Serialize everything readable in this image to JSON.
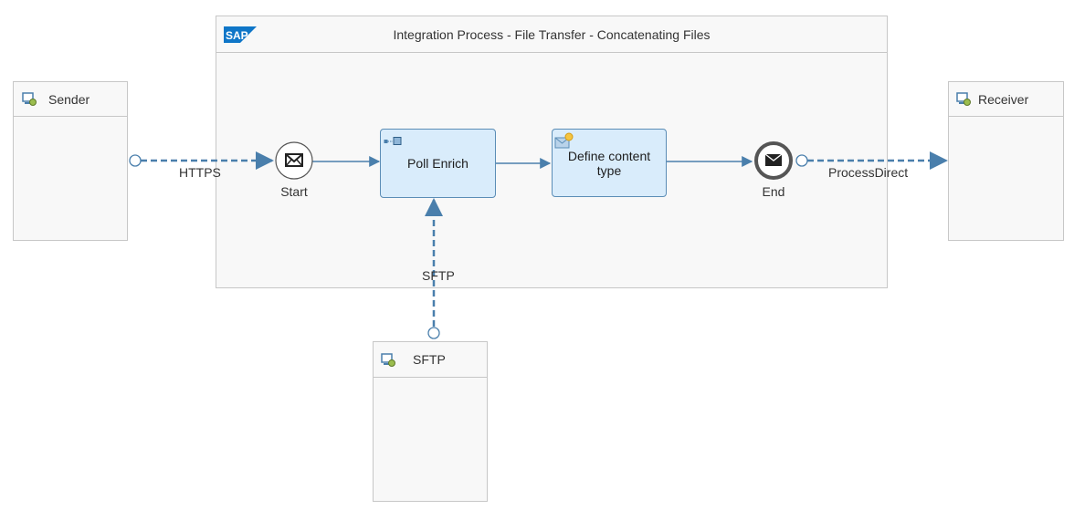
{
  "integration_process": {
    "title": "Integration Process - File Transfer - Concatenating Files",
    "logo_text": "SAP"
  },
  "participants": {
    "sender": "Sender",
    "receiver": "Receiver",
    "sftp": "SFTP"
  },
  "events": {
    "start": "Start",
    "end": "End"
  },
  "tasks": {
    "poll_enrich": "Poll Enrich",
    "define_content_type": "Define content type"
  },
  "channels": {
    "https": "HTTPS",
    "process_direct": "ProcessDirect",
    "sftp": "SFTP"
  },
  "colors": {
    "flow": "#4a7fac",
    "task_fill": "#d9ecfb",
    "task_border": "#5b8db6",
    "sap_blue": "#0f76c8"
  }
}
